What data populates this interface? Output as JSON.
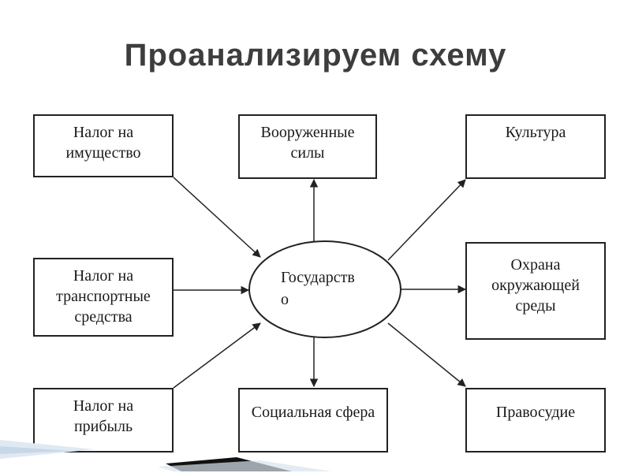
{
  "title": "Проанализируем  схему",
  "center": {
    "label": "Государств\nо"
  },
  "boxes": {
    "tax_property": "Налог на\nимущество",
    "tax_transport": "Налог на\nтранспортные\nсредства",
    "tax_profit": "Налог на\nприбыль",
    "armed_forces": "Вооруженные\nсилы",
    "social_sphere": "Социальная сфера",
    "culture": "Культура",
    "environment": "Охрана\nокружающей\nсреды",
    "justice": "Правосудие"
  },
  "colors": {
    "line": "#222222",
    "title": "#3d3d3d"
  }
}
